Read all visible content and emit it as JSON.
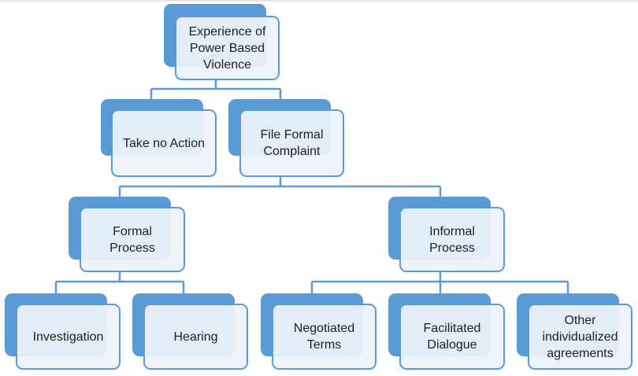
{
  "diagram": {
    "type": "hierarchy-chart",
    "accent_color": "#5b9bd5",
    "box_fill_color": "#eef3fa",
    "text_color": "#1f1f1f",
    "nodes": {
      "root": {
        "label": "Experience of\nPower Based\nViolence"
      },
      "take_no_action": {
        "label": "Take no Action",
        "parent": "root"
      },
      "file_formal_complaint": {
        "label": "File Formal\nComplaint",
        "parent": "root"
      },
      "formal_process": {
        "label": "Formal\nProcess",
        "parent": "file_formal_complaint"
      },
      "informal_process": {
        "label": "Informal\nProcess",
        "parent": "file_formal_complaint"
      },
      "investigation": {
        "label": "Investigation",
        "parent": "formal_process"
      },
      "hearing": {
        "label": "Hearing",
        "parent": "formal_process"
      },
      "negotiated_terms": {
        "label": "Negotiated\nTerms",
        "parent": "informal_process"
      },
      "facilitated_dialogue": {
        "label": "Facilitated\nDialogue",
        "parent": "informal_process"
      },
      "other_agreements": {
        "label": "Other\nindividualized\nagreements",
        "parent": "informal_process"
      }
    }
  }
}
